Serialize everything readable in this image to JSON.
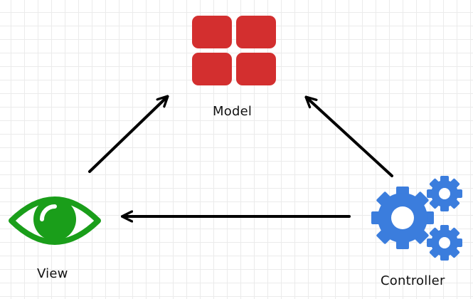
{
  "diagram": {
    "nodes": [
      {
        "id": "model",
        "label": "Model",
        "icon": "grid-icon",
        "color": "#d32f2f"
      },
      {
        "id": "view",
        "label": "View",
        "icon": "eye-icon",
        "color": "#1a9e1a"
      },
      {
        "id": "controller",
        "label": "Controller",
        "icon": "gears-icon",
        "color": "#3b7ddd"
      }
    ],
    "edges": [
      {
        "from": "view",
        "to": "model"
      },
      {
        "from": "controller",
        "to": "model"
      },
      {
        "from": "controller",
        "to": "view"
      }
    ],
    "arrow_color": "#000000",
    "grid_color": "#ebebeb",
    "background": "#ffffff"
  }
}
